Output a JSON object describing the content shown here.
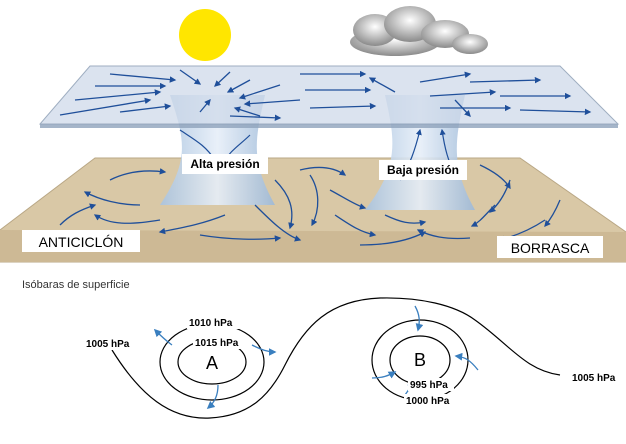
{
  "top_diagram": {
    "high_pressure_label": "Alta presión",
    "low_pressure_label": "Baja presión",
    "anticyclone_label": "ANTICICLÓN",
    "cyclone_label": "BORRASCA"
  },
  "bottom_diagram": {
    "title": "Isóbaras de superficie",
    "high_center_letter": "A",
    "low_center_letter": "B",
    "isobar_left_outer": "1005 hPa",
    "isobar_right_outer": "1005 hPa",
    "high_isobar_outer": "1010 hPa",
    "high_isobar_inner": "1015 hPa",
    "low_isobar_inner": "995 hPa",
    "low_isobar_outer": "1000 hPa"
  },
  "colors": {
    "sun": "#ffe600",
    "ground": "#d9c8a6",
    "upper_layer": "#cfdaea",
    "arrow": "#1f4f9a",
    "column": "#b8cfe6"
  }
}
